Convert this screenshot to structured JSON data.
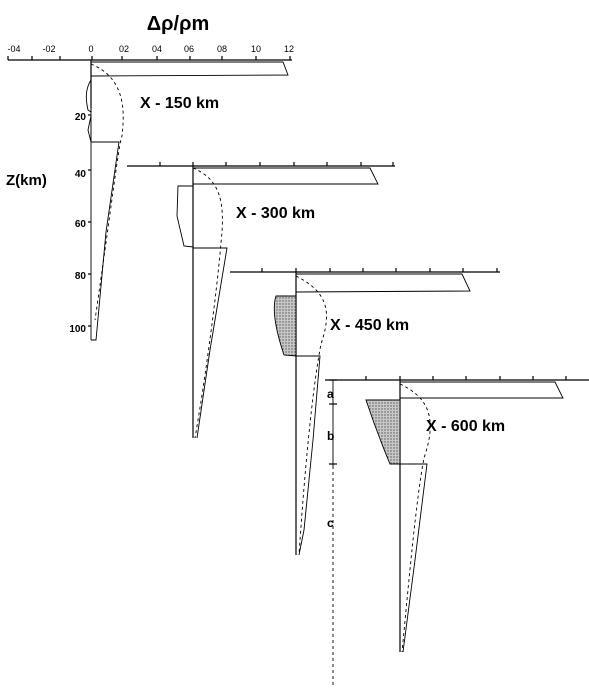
{
  "xlabel_main": "Δρ/ρm",
  "ylabel": "Z(km)",
  "x_ticks": [
    "-04",
    "-02",
    "0",
    "02",
    "04",
    "06",
    "08",
    "10",
    "12"
  ],
  "depth_ticks": [
    "20",
    "40",
    "60",
    "80",
    "100"
  ],
  "panels": [
    {
      "label": "X - 150 km"
    },
    {
      "label": "X - 300 km"
    },
    {
      "label": "X - 450 km"
    },
    {
      "label": "X - 600 km"
    }
  ],
  "segments": [
    "a",
    "b",
    "c"
  ],
  "colors": {
    "ink": "#000000",
    "shade": "#9a9a9a",
    "background": "#ffffff"
  }
}
